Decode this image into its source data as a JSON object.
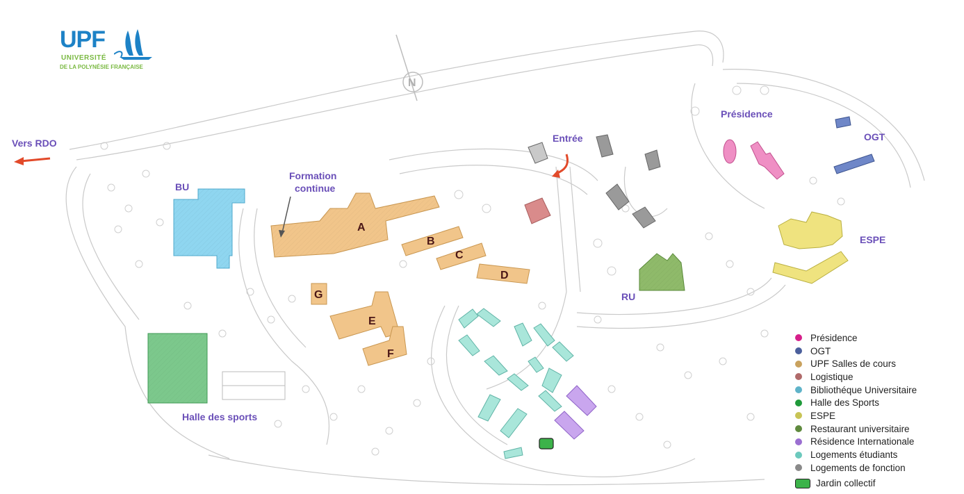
{
  "logo": {
    "acronym": "UPF",
    "line1": "UNIVERSITÉ",
    "line2": "DE LA POLYNÉSIE FRANÇAISE"
  },
  "compass": {
    "north": "N"
  },
  "labels": {
    "vers_rdo": "Vers RDO",
    "bu": "BU",
    "formation_line1": "Formation",
    "formation_line2": "continue",
    "entree": "Entrée",
    "presidence": "Présidence",
    "ogt": "OGT",
    "espe": "ESPE",
    "ru": "RU",
    "halle": "Halle des sports"
  },
  "buildings": {
    "A": "A",
    "B": "B",
    "C": "C",
    "D": "D",
    "E": "E",
    "F": "F",
    "G": "G"
  },
  "legend": [
    {
      "label": "Présidence",
      "color": "#d61f8a"
    },
    {
      "label": "OGT",
      "color": "#4b5f9c"
    },
    {
      "label": "UPF Salles de cours",
      "color": "#c9a25e"
    },
    {
      "label": "Logistique",
      "color": "#b06a6a"
    },
    {
      "label": "Bibliothéque Universitaire",
      "color": "#5fb3c9"
    },
    {
      "label": "Halle des Sports",
      "color": "#1f9a3a"
    },
    {
      "label": "ESPE",
      "color": "#c8c455"
    },
    {
      "label": "Restaurant universitaire",
      "color": "#5f8a3e"
    },
    {
      "label": "Résidence Internationale",
      "color": "#9b6fd1"
    },
    {
      "label": "Logements étudiants",
      "color": "#6cc9bd"
    },
    {
      "label": "Logements de fonction",
      "color": "#8a8a8a"
    }
  ],
  "legend_jardin": {
    "label": "Jardin collectif",
    "color": "#3cb34a"
  },
  "colors": {
    "presidence": "#ef8fc4",
    "ogt": "#6f87c8",
    "cours": "#f1c58a",
    "logistique": "#d98b8b",
    "bu": "#8fd6f0",
    "halle": "#7cc88c",
    "espe": "#efe37f",
    "ru": "#8fba6a",
    "residence": "#c9a6ee",
    "logements": "#a9e6da",
    "fonction": "#9a9a9a",
    "jardin": "#3cb34a",
    "arrow": "#e24a2a",
    "label": "#6a4fb8"
  }
}
